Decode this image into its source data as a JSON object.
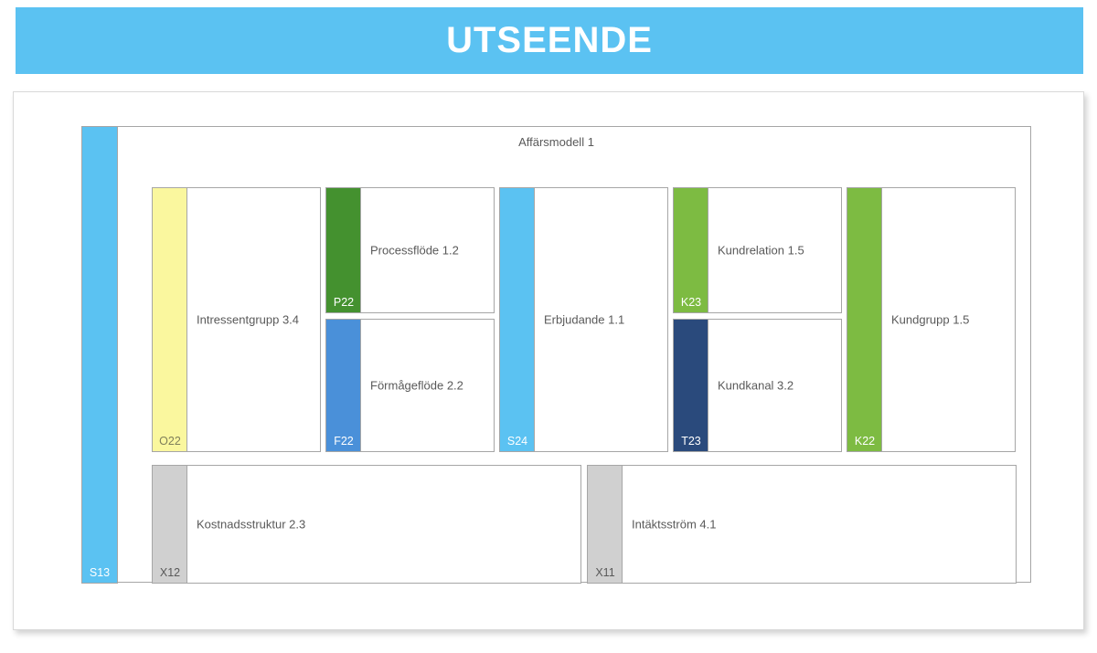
{
  "header": {
    "title": "UTSEENDE",
    "background_color": "#5BC2F2",
    "text_color": "#FFFFFF"
  },
  "diagram": {
    "title": "Affärsmodell 1",
    "type": "business-model-canvas",
    "frame_border_color": "#A6A6A6",
    "left_spine": {
      "code": "S13",
      "color": "#5BC2F2",
      "code_color": "#FFFFFF"
    },
    "cards": [
      {
        "code": "O22",
        "label": "Intressentgrupp 3.4",
        "color": "#FAF79E",
        "code_color": "#7F7F5A",
        "column": 1,
        "row": "full"
      },
      {
        "code": "P22",
        "label": "Processflöde 1.2",
        "color": "#44912F",
        "code_color": "#FFFFFF",
        "column": 2,
        "row": "top"
      },
      {
        "code": "F22",
        "label": "Förmågeflöde 2.2",
        "color": "#4A90D9",
        "code_color": "#FFFFFF",
        "column": 2,
        "row": "bottom"
      },
      {
        "code": "S24",
        "label": "Erbjudande 1.1",
        "color": "#5BC2F2",
        "code_color": "#FFFFFF",
        "column": 3,
        "row": "full"
      },
      {
        "code": "K23",
        "label": "Kundrelation 1.5",
        "color": "#7DBB42",
        "code_color": "#FFFFFF",
        "column": 4,
        "row": "top"
      },
      {
        "code": "T23",
        "label": "Kundkanal 3.2",
        "color": "#2A4A7C",
        "code_color": "#FFFFFF",
        "column": 4,
        "row": "bottom"
      },
      {
        "code": "K22",
        "label": "Kundgrupp 1.5",
        "color": "#7DBB42",
        "code_color": "#FFFFFF",
        "column": 5,
        "row": "full"
      },
      {
        "code": "X12",
        "label": "Kostnadsstruktur 2.3",
        "color": "#D0D0D0",
        "code_color": "#595959",
        "column": 1,
        "row": "footer-left"
      },
      {
        "code": "X11",
        "label": "Intäktsström 4.1",
        "color": "#D0D0D0",
        "code_color": "#595959",
        "column": 4,
        "row": "footer-right"
      }
    ]
  }
}
